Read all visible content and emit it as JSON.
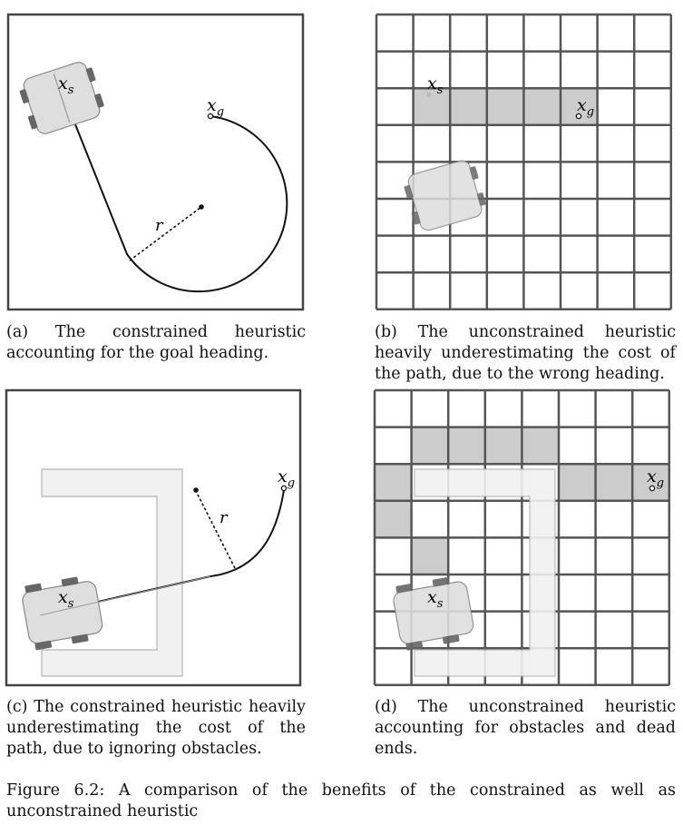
{
  "panels": {
    "a": {
      "caption": "(a) The constrained heuristic accounting for the goal heading.",
      "start_label": "x",
      "start_sub": "s",
      "goal_label": "x",
      "goal_sub": "g",
      "radius_label": "r"
    },
    "b": {
      "caption": "(b) The unconstrained heuristic heavily underestimating the cost of the path, due to the wrong heading.",
      "start_label": "x",
      "start_sub": "s",
      "goal_label": "x",
      "goal_sub": "g",
      "grid": {
        "rows": 8,
        "cols": 8
      },
      "shaded_cells": [
        [
          2,
          1
        ],
        [
          2,
          2
        ],
        [
          2,
          3
        ],
        [
          2,
          4
        ],
        [
          2,
          5
        ]
      ]
    },
    "c": {
      "caption": "(c) The constrained heuristic heavily underestimating the cost of the path, due to ignoring obstacles.",
      "start_label": "x",
      "start_sub": "s",
      "goal_label": "x",
      "goal_sub": "g",
      "radius_label": "r"
    },
    "d": {
      "caption": "(d) The unconstrained heuristic accounting for obstacles and dead ends.",
      "start_label": "x",
      "start_sub": "s",
      "goal_label": "x",
      "goal_sub": "g",
      "grid": {
        "rows": 8,
        "cols": 8
      },
      "shaded_cells": [
        [
          1,
          1
        ],
        [
          1,
          2
        ],
        [
          1,
          3
        ],
        [
          1,
          4
        ],
        [
          2,
          0
        ],
        [
          3,
          0
        ],
        [
          4,
          1
        ],
        [
          2,
          5
        ],
        [
          2,
          6
        ],
        [
          2,
          7
        ]
      ]
    }
  },
  "figure_caption": "Figure 6.2: A comparison of the benefits of the constrained as well as unconstrained heuristic",
  "colors": {
    "shaded": "#cccccc",
    "robot": "#dedede",
    "wheel": "#666666",
    "obstacle": "#f1f1f1"
  }
}
